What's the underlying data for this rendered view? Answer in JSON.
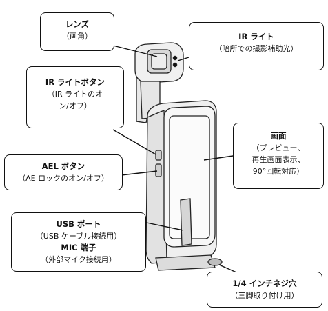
{
  "callouts": {
    "lens": {
      "title": "レンズ",
      "lines": [
        "（画角）"
      ]
    },
    "ir_light": {
      "title": "IR ライト",
      "lines": [
        "（暗所での撮影補助光）"
      ]
    },
    "ir_button": {
      "title": "IR ライトボタン",
      "lines": [
        "（IR ライトのオ",
        "ン/オフ）"
      ]
    },
    "screen": {
      "title": "画面",
      "lines": [
        "（プレビュー、",
        "再生画面表示、",
        "90°回転対応）"
      ]
    },
    "ael": {
      "title": "AEL ボタン",
      "lines": [
        "（AE ロックのオン/オフ）"
      ]
    },
    "usb": {
      "title": "USB ポート",
      "lines": [
        "（USB ケーブル接続用）"
      ],
      "title2": "MIC 端子",
      "lines2": [
        "（外部マイク接続用）"
      ]
    },
    "tripod": {
      "title": "1/4 インチネジ穴",
      "lines": [
        "（三脚取り付け用）"
      ]
    }
  }
}
